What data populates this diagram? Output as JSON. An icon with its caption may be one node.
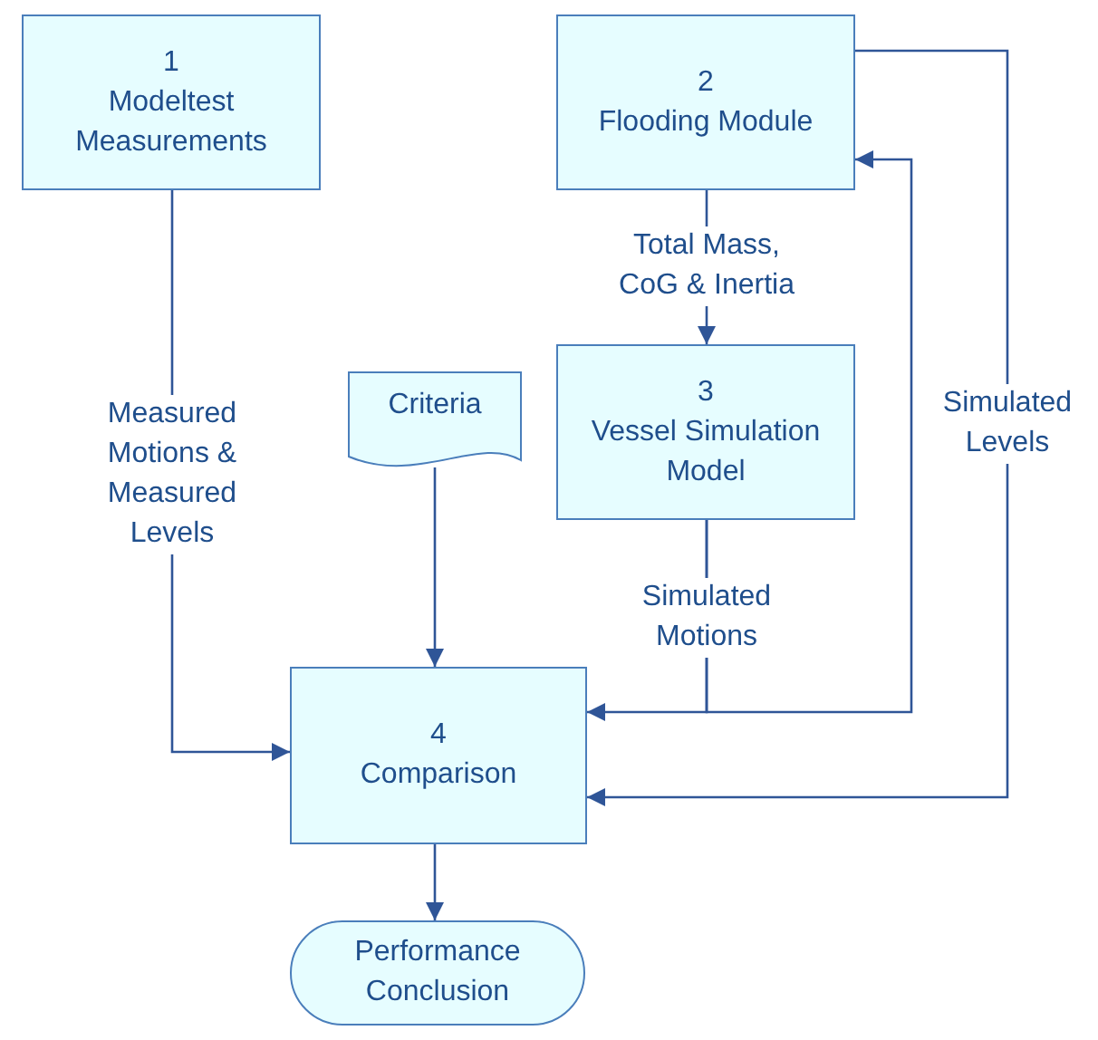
{
  "diagram": {
    "nodes": [
      {
        "text": [
          "1",
          "Modeltest Measurements"
        ]
      },
      {
        "text": [
          "2",
          "Flooding Module"
        ]
      },
      {
        "text": [
          "3",
          "Vessel Simulation Model"
        ]
      },
      {
        "text": [
          "Criteria"
        ]
      },
      {
        "text": [
          "4",
          "Comparison"
        ]
      },
      {
        "text": [
          "Performance Conclusion"
        ]
      }
    ],
    "edges": [
      {
        "from": 0,
        "to": 4,
        "arrow": "to",
        "label": "Measured Motions & Measured Levels"
      },
      {
        "from": 1,
        "to": 2,
        "arrow": "to",
        "label": "Total Mass, CoG & Inertia"
      },
      {
        "from": 3,
        "to": 4,
        "arrow": "to"
      },
      {
        "from": 2,
        "to": 4,
        "arrow": "to",
        "label": "Simulated Motions"
      },
      {
        "from": 2,
        "to": 1,
        "arrow": "to"
      },
      {
        "from": 1,
        "to": 4,
        "arrow": "to",
        "label": "Simulated Levels"
      },
      {
        "from": 4,
        "to": 5,
        "arrow": "to"
      }
    ]
  }
}
